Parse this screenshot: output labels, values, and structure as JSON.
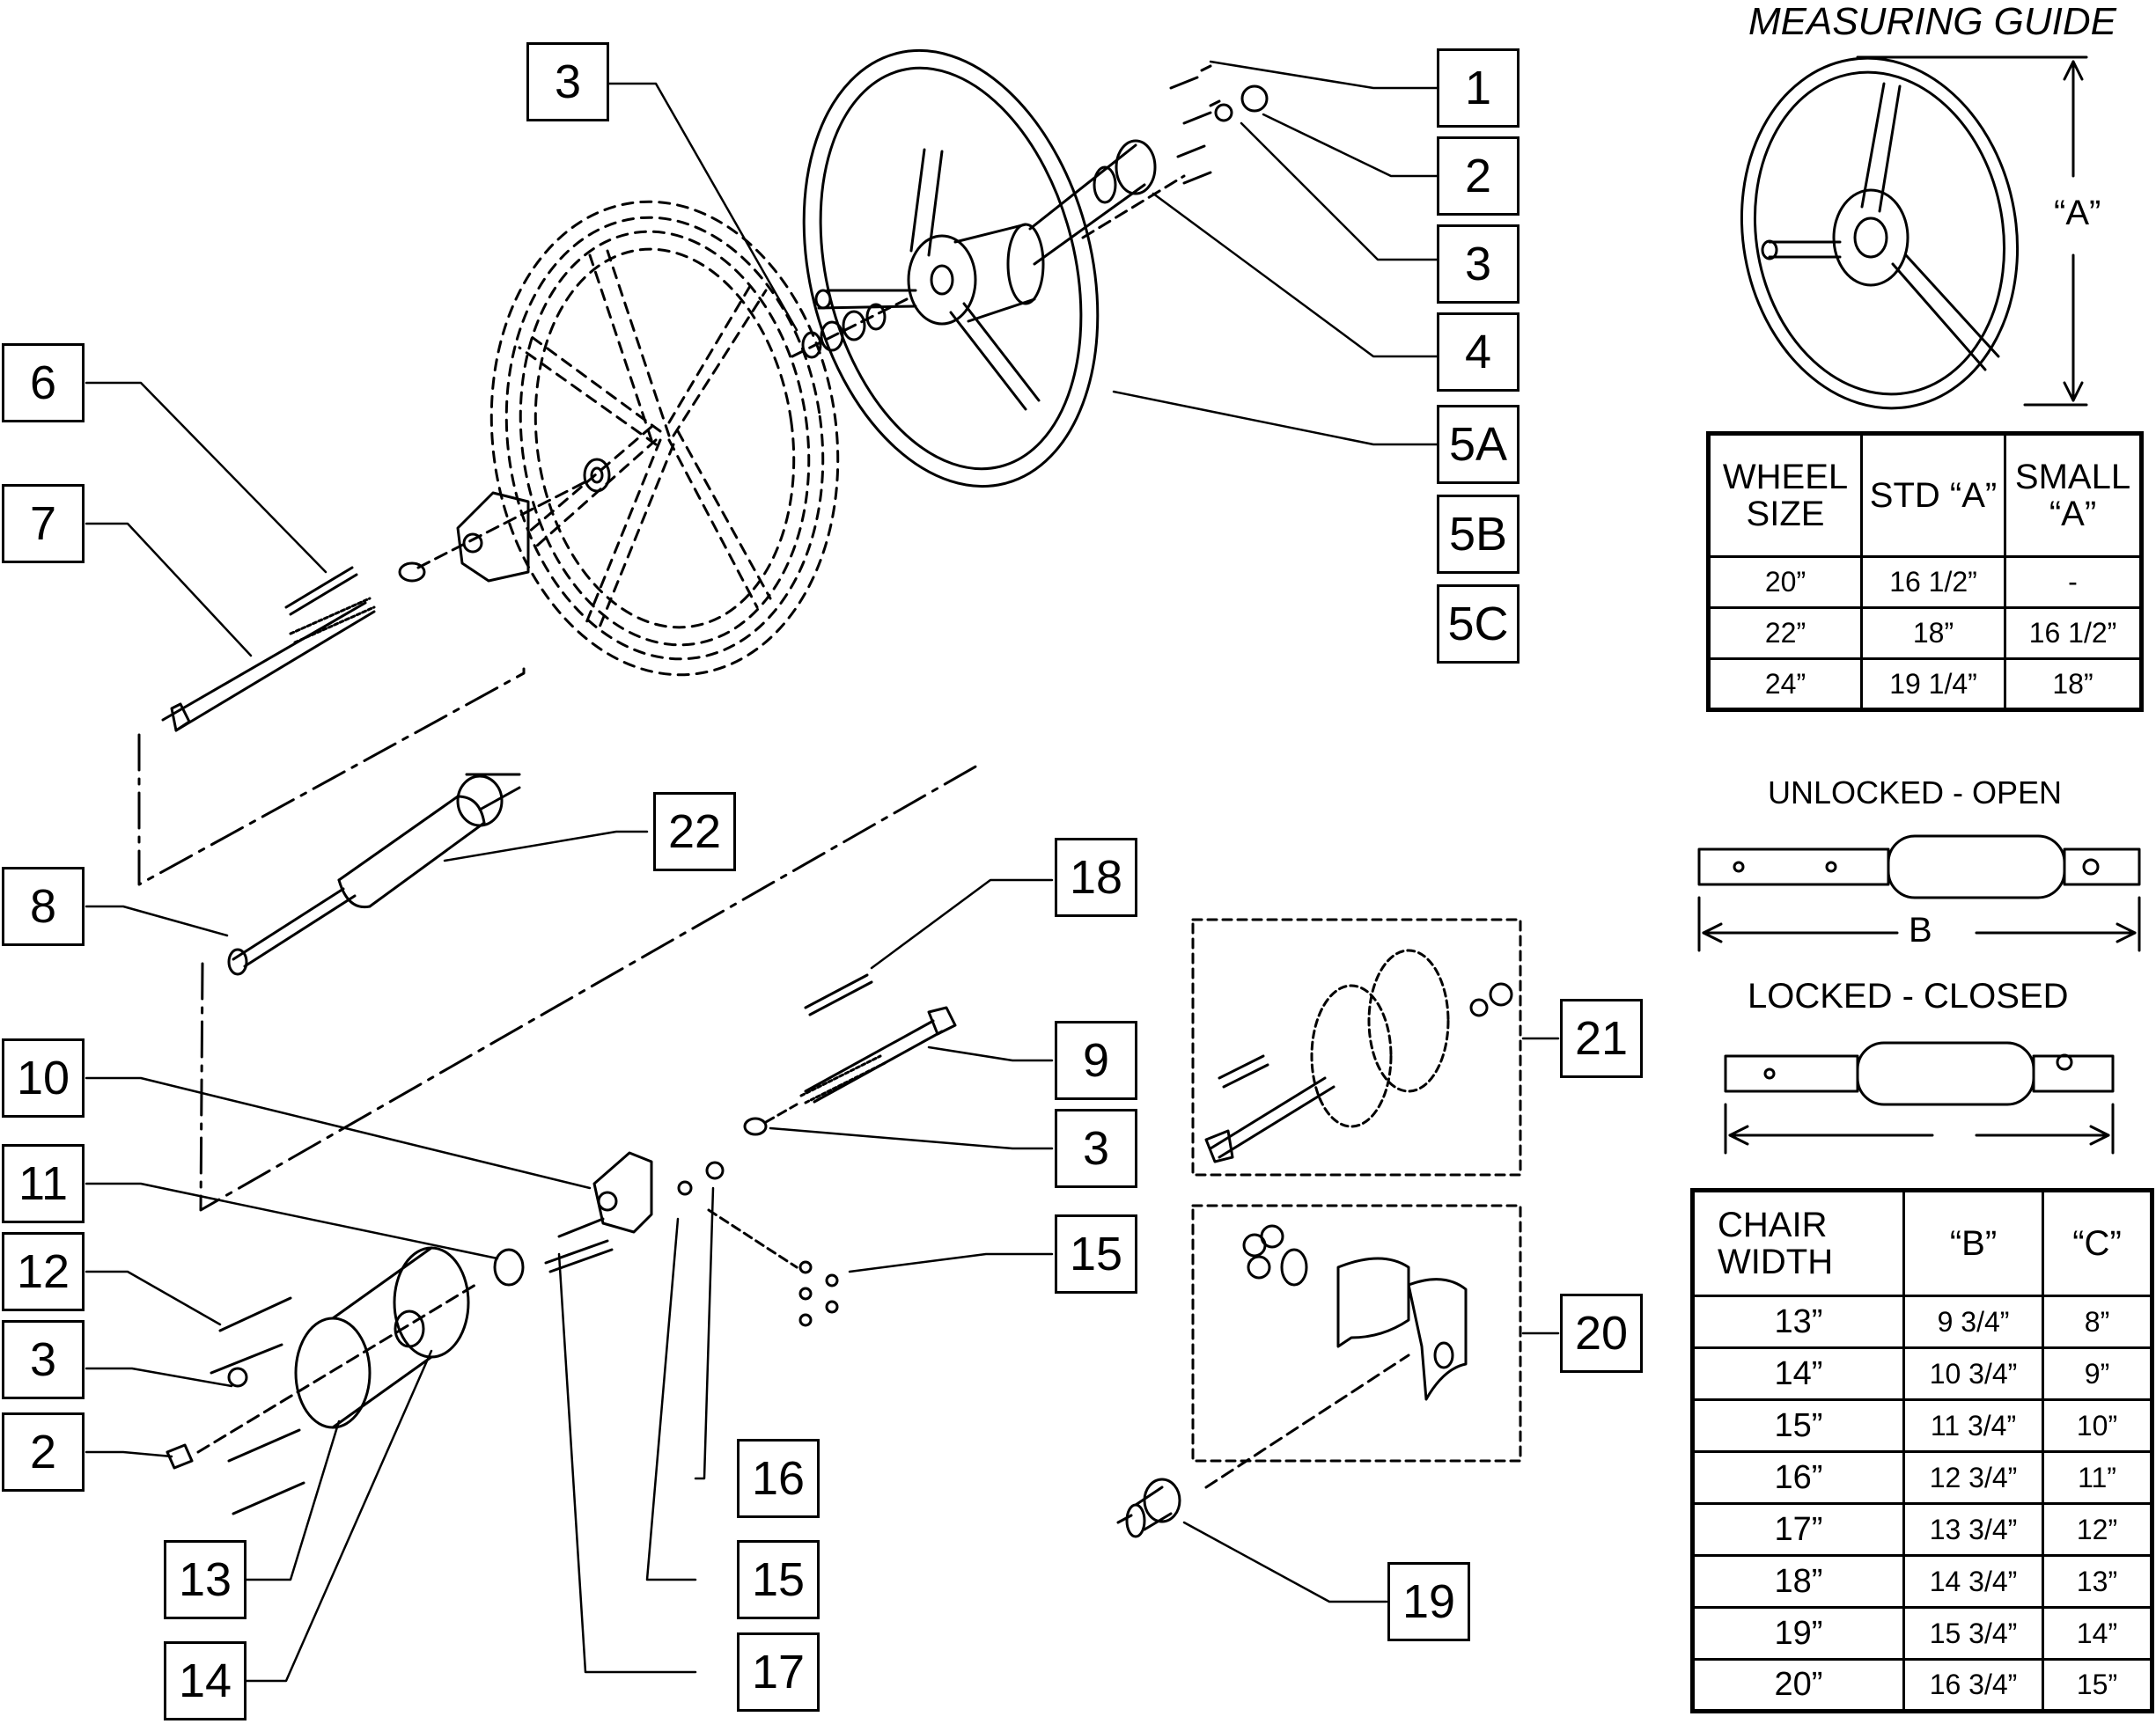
{
  "callouts": {
    "c1": "1",
    "c2": "2",
    "c3": "3",
    "c4": "4",
    "c5a": "5A",
    "c5b": "5B",
    "c5c": "5C",
    "c3_top": "3",
    "c6": "6",
    "c7": "7",
    "c8": "8",
    "c22": "22",
    "c18": "18",
    "c9": "9",
    "c3_mid": "3",
    "c10": "10",
    "c11": "11",
    "c12": "12",
    "c3_low": "3",
    "c2_low": "2",
    "c13": "13",
    "c14": "14",
    "c15_right": "15",
    "c16": "16",
    "c15_low": "15",
    "c17": "17",
    "c21": "21",
    "c20": "20",
    "c19": "19"
  },
  "measuring_guide": {
    "title": "MEASURING GUIDE",
    "dimension_label": "“A”"
  },
  "wheel_table": {
    "headers": [
      "WHEEL SIZE",
      "STD “A”",
      "SMALL “A”"
    ],
    "rows": [
      [
        "20”",
        "16 1/2”",
        "-"
      ],
      [
        "22”",
        "18”",
        "16 1/2”"
      ],
      [
        "24”",
        "19 1/4”",
        "18”"
      ]
    ]
  },
  "tube_open": {
    "title": "UNLOCKED - OPEN",
    "dimension_label": "B"
  },
  "tube_closed": {
    "title": "LOCKED - CLOSED"
  },
  "chair_table": {
    "headers": [
      "CHAIR WIDTH",
      "“B”",
      "“C”"
    ],
    "rows": [
      [
        "13”",
        "9 3/4”",
        "8”"
      ],
      [
        "14”",
        "10 3/4”",
        "9”"
      ],
      [
        "15”",
        "11 3/4”",
        "10”"
      ],
      [
        "16”",
        "12 3/4”",
        "11”"
      ],
      [
        "17”",
        "13 3/4”",
        "12”"
      ],
      [
        "18”",
        "14 3/4”",
        "13”"
      ],
      [
        "19”",
        "15 3/4”",
        "14”"
      ],
      [
        "20”",
        "16 3/4”",
        "15”"
      ]
    ]
  }
}
